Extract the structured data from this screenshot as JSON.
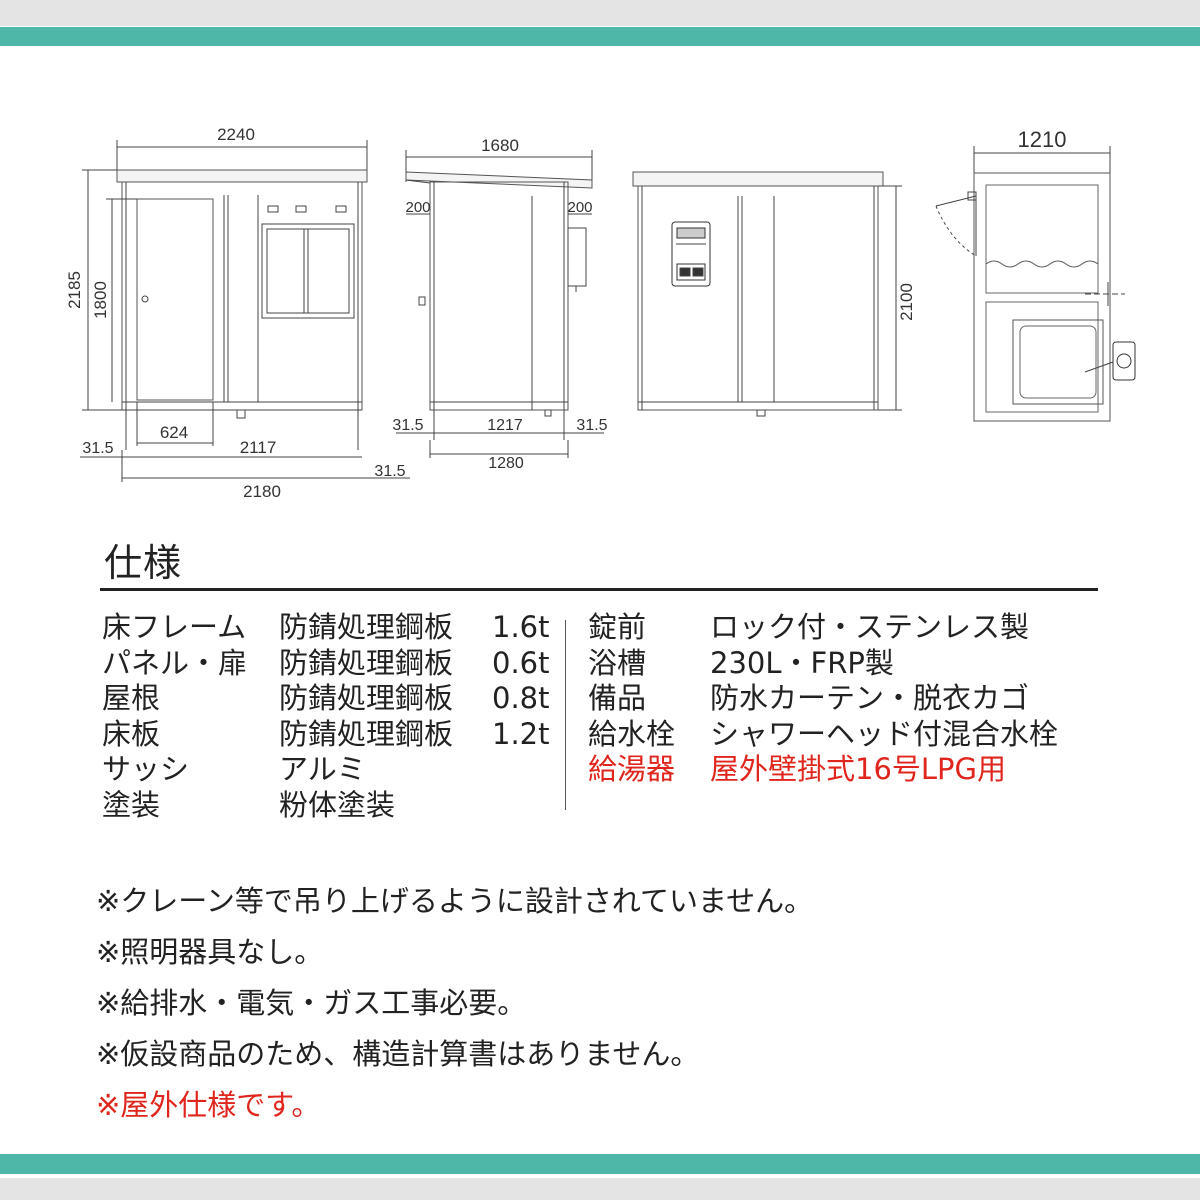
{
  "dimensions": {
    "front": {
      "total_width": "2240",
      "total_height": "2185",
      "door_height": "1800",
      "door_width": "624",
      "inner_width": "2117",
      "left_edge": "31.5",
      "right_edge": "31.5",
      "base_width": "2180"
    },
    "side": {
      "total_width": "1680",
      "left_overhang": "200",
      "right_overhang": "200",
      "left_edge": "31.5",
      "inner_width": "1217",
      "right_edge": "31.5",
      "base_width": "1280"
    },
    "back": {
      "height": "2100"
    },
    "plan": {
      "width": "1210"
    }
  },
  "spec": {
    "title": "仕様",
    "left_rows": [
      {
        "label": "床フレーム",
        "value": "防錆処理鋼板",
        "thickness": "1.6t"
      },
      {
        "label": "パネル・扉",
        "value": "防錆処理鋼板",
        "thickness": "0.6t"
      },
      {
        "label": "屋根",
        "value": "防錆処理鋼板",
        "thickness": "0.8t"
      },
      {
        "label": "床板",
        "value": "防錆処理鋼板",
        "thickness": "1.2t"
      },
      {
        "label": "サッシ",
        "value": "アルミ",
        "thickness": ""
      },
      {
        "label": "塗装",
        "value": "粉体塗装",
        "thickness": ""
      }
    ],
    "right_rows": [
      {
        "label": "錠前",
        "value": "ロック付・ステンレス製"
      },
      {
        "label": "浴槽",
        "value": "230L・FRP製"
      },
      {
        "label": "備品",
        "value": "防水カーテン・脱衣カゴ"
      },
      {
        "label": "給水栓",
        "value": "シャワーヘッド付混合水栓"
      },
      {
        "label": "給湯器",
        "value": "屋外壁掛式16号LPG用"
      }
    ]
  },
  "notes": [
    "※クレーン等で吊り上げるように設計されていません。",
    "※照明器具なし。",
    "※給排水・電気・ガス工事必要。",
    "※仮設商品のため、構造計算書はありません。",
    "※屋外仕様です。"
  ],
  "colors": {
    "teal_band": "#4fb7a8",
    "grey_band": "#e4e4e4",
    "highlight_red": "#e0251d"
  }
}
